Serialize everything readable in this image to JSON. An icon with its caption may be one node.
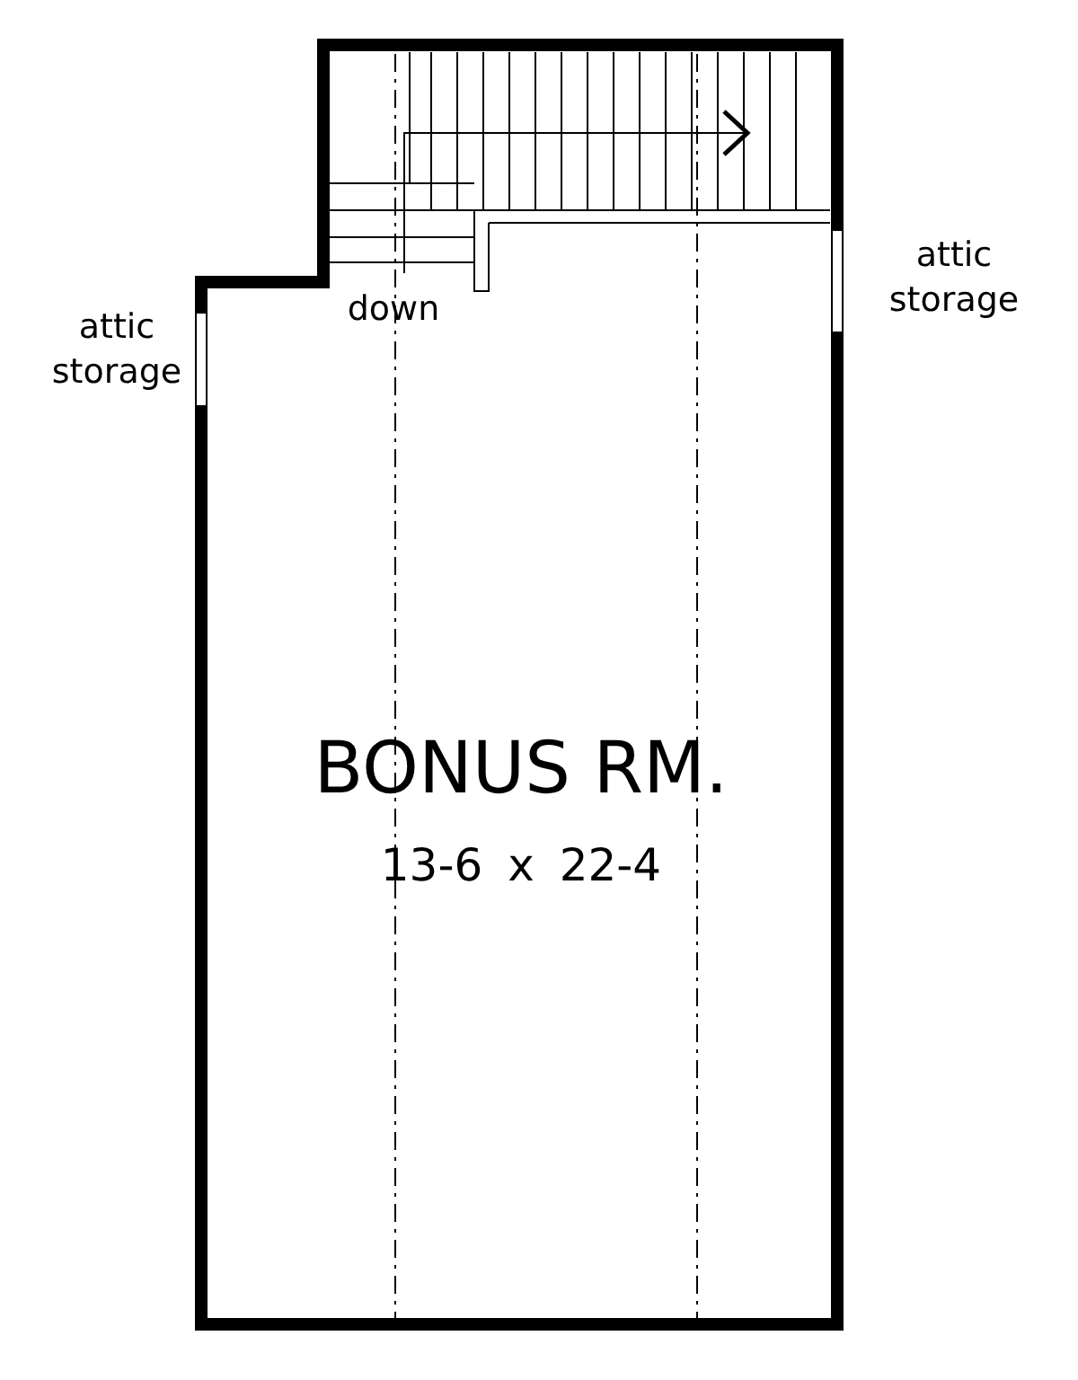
{
  "diagram": {
    "labels": [
      "attic storage",
      "attic storage",
      "down",
      "BONUS RM.",
      "13-6 x 22-4"
    ]
  }
}
